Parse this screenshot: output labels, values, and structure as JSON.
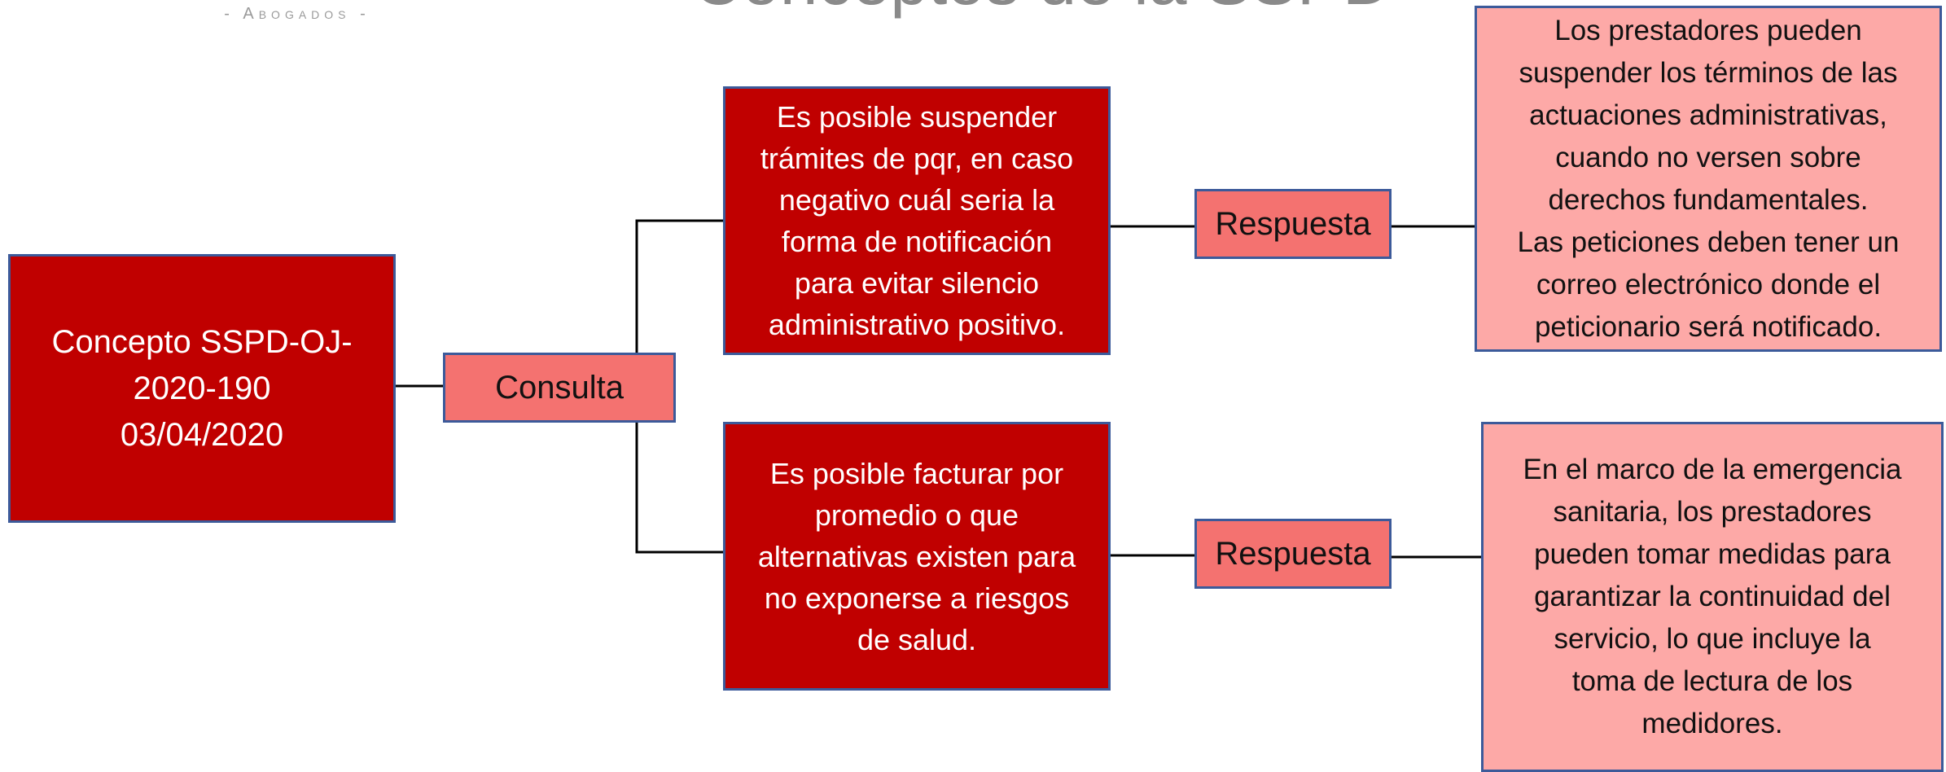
{
  "header": {
    "subtitle": "- Abogados -",
    "title": "Conceptos de la SSPD"
  },
  "diagram": {
    "concept": {
      "lines": [
        "Concepto SSPD-OJ-",
        "2020-190",
        "03/04/2020"
      ]
    },
    "consulta_label": "Consulta",
    "questions": [
      {
        "lines": [
          "Es posible suspender",
          "trámites de pqr, en caso",
          "negativo cuál seria la",
          "forma de notificación",
          "para evitar silencio",
          "administrativo positivo."
        ],
        "respuesta_label": "Respuesta",
        "answer_lines": [
          "Los prestadores pueden",
          "suspender los términos de las",
          "actuaciones administrativas,",
          "cuando no versen sobre",
          "derechos fundamentales.",
          "Las peticiones deben tener un",
          "correo electrónico donde el",
          "peticionario será notificado."
        ]
      },
      {
        "lines": [
          "Es posible facturar por",
          "promedio o que",
          "alternativas existen para",
          "no exponerse a riesgos",
          "de salud."
        ],
        "respuesta_label": "Respuesta",
        "answer_lines": [
          "En el marco de la emergencia",
          "sanitaria, los prestadores",
          "pueden tomar medidas para",
          "garantizar la continuidad del",
          "servicio, lo que incluye la",
          "toma de lectura de los",
          "medidores."
        ]
      }
    ],
    "colors": {
      "dark_red": "#c00000",
      "salmon": "#f47270",
      "light_pink": "#fda9a7",
      "border_blue": "#3c5a9a",
      "connector": "#000000"
    }
  }
}
